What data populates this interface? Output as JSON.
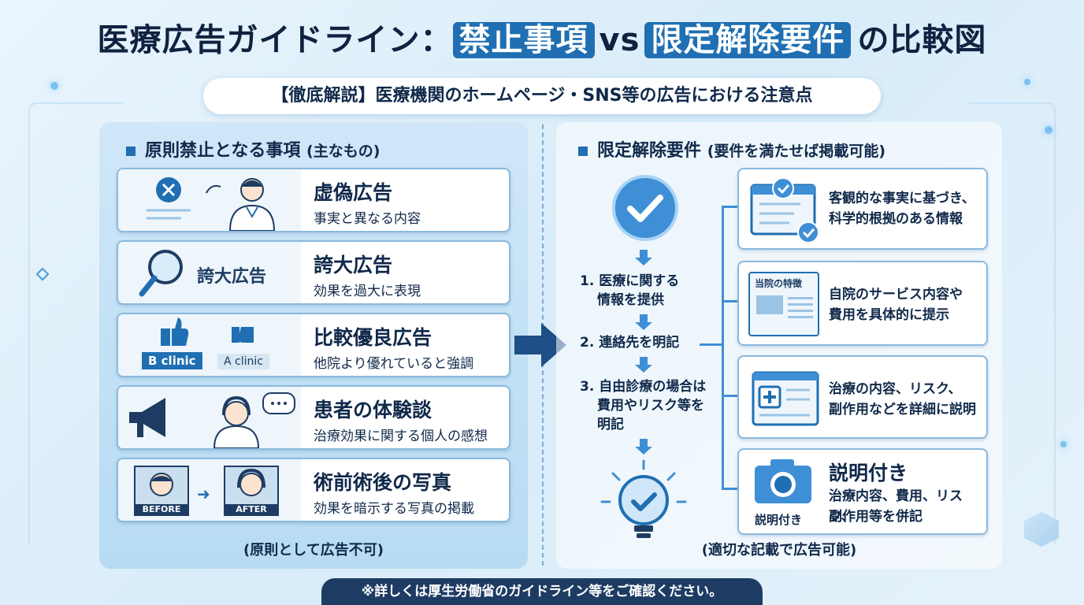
{
  "title": {
    "pre": "医療広告ガイドライン：",
    "prohibited": "禁止事項",
    "vs": "vs",
    "exempt": "限定解除要件",
    "post": "の比較図"
  },
  "subtitle": "【徹底解説】医療機関のホームページ・SNS等の広告における注意点",
  "left": {
    "heading": "原則禁止となる事項",
    "heading_note": "(主なもの)",
    "cards": [
      {
        "title": "虚偽広告",
        "desc": "事実と異なる内容"
      },
      {
        "title": "誇大広告",
        "desc": "効果を過大に表現",
        "illustration_text": "誇大広告"
      },
      {
        "title": "比較優良広告",
        "desc": "他院より優れていると強調",
        "label_b": "B clinic",
        "label_a": "A clinic"
      },
      {
        "title": "患者の体験談",
        "desc": "治療効果に関する個人の感想"
      },
      {
        "title": "術前術後の写真",
        "desc": "効果を暗示する写真の掲載",
        "before": "BEFORE",
        "after": "AFTER"
      }
    ],
    "footer": "(原則として広告不可)"
  },
  "right": {
    "heading": "限定解除要件",
    "heading_note": "(要件を満たせば掲載可能)",
    "steps": [
      {
        "num": "1.",
        "line1": "医療に関する",
        "line2": "情報を提供"
      },
      {
        "num": "2.",
        "line1": "連絡先を明記",
        "line2": ""
      },
      {
        "num": "3.",
        "line1": "自由診療の場合は",
        "line2": "費用やリスク等を",
        "line3": "明記"
      }
    ],
    "cards": [
      {
        "line1": "客観的な事実に基づき、",
        "line2": "科学的根拠のある情報"
      },
      {
        "line1": "自院のサービス内容や",
        "line2": "費用を具体的に提示",
        "icon_label": "当院の特徴"
      },
      {
        "line1": "治療の内容、リスク、",
        "line2": "副作用などを詳細に説明"
      },
      {
        "title": "説明付き",
        "line1": "治療内容、費用、リスク、",
        "line2": "副作用等を併記",
        "icon_label": "説明付き"
      }
    ],
    "footer": "(適切な記載で広告可能)"
  },
  "note": "※詳しくは厚生労働省のガイドライン等をご確認ください。",
  "colors": {
    "accent": "#1f6fb2",
    "dark": "#1e3c63",
    "light_panel": "#cfe7f8"
  }
}
